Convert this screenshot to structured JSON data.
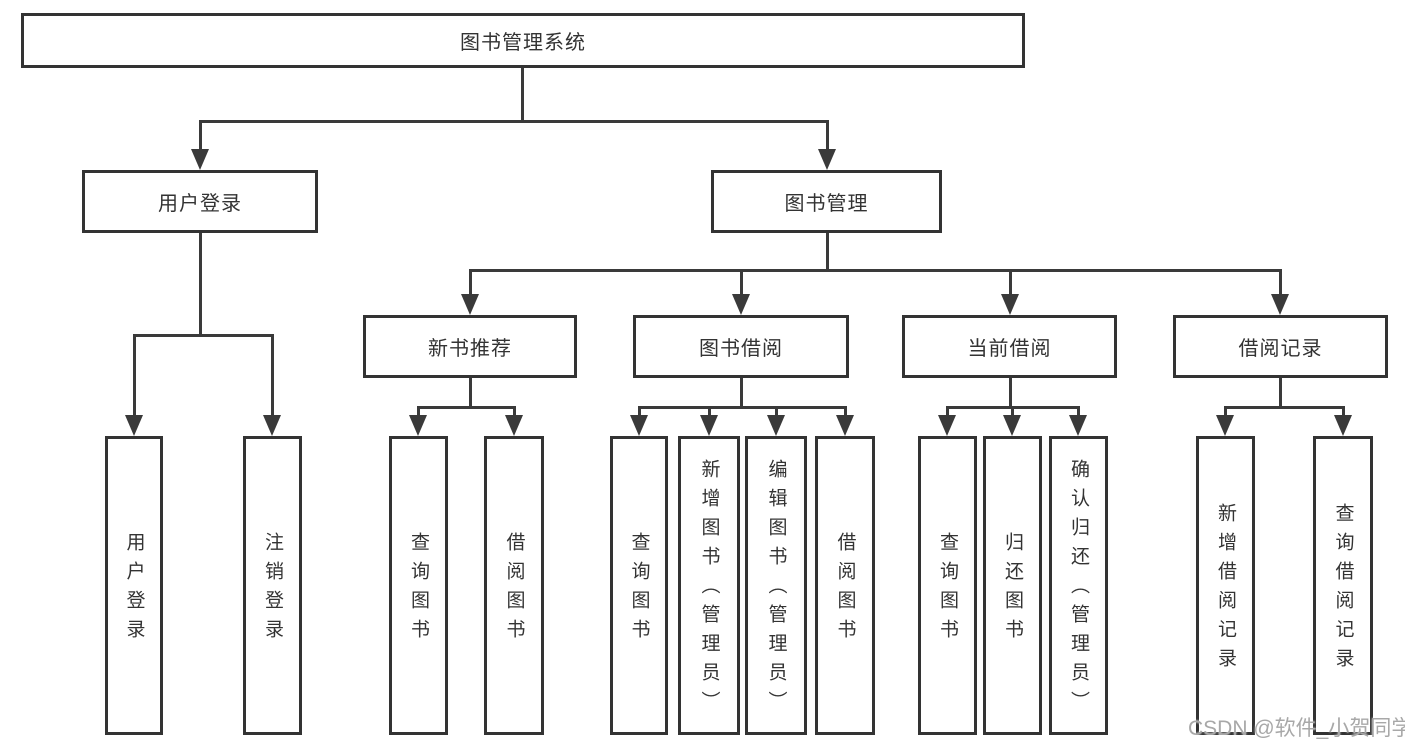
{
  "tree": {
    "root": {
      "label": "图书管理系统"
    },
    "children": [
      {
        "label": "用户登录",
        "children": [
          {
            "label": "用户登录"
          },
          {
            "label": "注销登录"
          }
        ]
      },
      {
        "label": "图书管理",
        "children": [
          {
            "label": "新书推荐",
            "children": [
              {
                "label": "查询图书"
              },
              {
                "label": "借阅图书"
              }
            ]
          },
          {
            "label": "图书借阅",
            "children": [
              {
                "label": "查询图书"
              },
              {
                "label": "新增图书（管理员）"
              },
              {
                "label": "编辑图书（管理员）"
              },
              {
                "label": "借阅图书"
              }
            ]
          },
          {
            "label": "当前借阅",
            "children": [
              {
                "label": "查询图书"
              },
              {
                "label": "归还图书"
              },
              {
                "label": "确认归还（管理员）"
              }
            ]
          },
          {
            "label": "借阅记录",
            "children": [
              {
                "label": "新增借阅记录"
              },
              {
                "label": "查询借阅记录"
              }
            ]
          }
        ]
      }
    ]
  },
  "watermark": {
    "text": "CSDN @软件_小贺同学"
  },
  "colors": {
    "line": "#3a3a3a",
    "border": "#333333",
    "text": "#333333",
    "background": "#ffffff",
    "watermark": "#a8a8a8"
  }
}
